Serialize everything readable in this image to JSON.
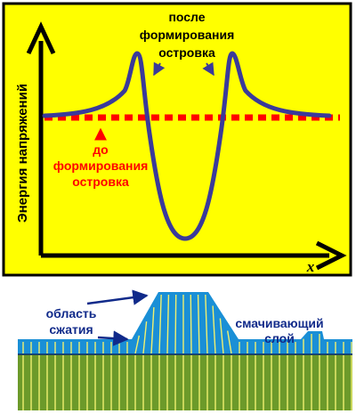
{
  "top_panel": {
    "y_axis_label": "Энергия напряжений",
    "x_axis_label": "x",
    "after_label": [
      "после",
      "формирования",
      "островка"
    ],
    "before_label": [
      "до",
      "формирования",
      "островка"
    ],
    "curve_after": "после формирования островка",
    "curve_before": "до формирования островка"
  },
  "bottom_panel": {
    "compression_label": [
      "область",
      "сжатия"
    ],
    "wetting_label": [
      "смачивающий",
      "слой"
    ]
  },
  "colors": {
    "panel_background": "#ffff00",
    "after_curve": "#3a3a9a",
    "before_curve": "#ff0000",
    "after_text": "#000000",
    "before_text": "#ff0000",
    "bottom_text": "#102a8a",
    "substrate_green": "#6c9a2a",
    "layer_blue": "#1a8fd6",
    "stripe_yellow": "#f0f070"
  }
}
